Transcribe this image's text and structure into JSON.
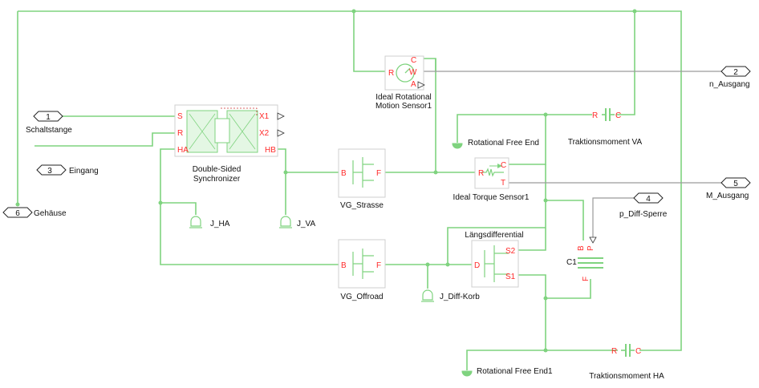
{
  "colors": {
    "wire": "#7fd37f",
    "port_label": "#ff2a2a",
    "signal_wire": "#9a9a9a",
    "text": "#111111"
  },
  "inports": [
    {
      "num": "1",
      "name": "Schaltstange"
    },
    {
      "num": "3",
      "name": "Eingang"
    },
    {
      "num": "6",
      "name": "Gehäuse"
    }
  ],
  "outports": [
    {
      "num": "2",
      "name": "n_Ausgang"
    },
    {
      "num": "5",
      "name": "M_Ausgang"
    },
    {
      "num": "4",
      "name": "p_Diff-Sperre"
    }
  ],
  "blocks": {
    "sensor1": {
      "name_line1": "Ideal Rotational",
      "name_line2": "Motion Sensor1",
      "ports": {
        "r": "R",
        "c": "C",
        "w": "W",
        "a": "A"
      }
    },
    "synchronizer": {
      "name_line1": "Double-Sided",
      "name_line2": "Synchronizer",
      "ports": {
        "s": "S",
        "r": "R",
        "ha": "HA",
        "hb": "HB",
        "x1": "X1",
        "x2": "X2"
      }
    },
    "vg_strasse": {
      "name": "VG_Strasse",
      "ports": {
        "b": "B",
        "f": "F"
      }
    },
    "vg_offroad": {
      "name": "VG_Offroad",
      "ports": {
        "b": "B",
        "f": "F"
      }
    },
    "torque_sensor": {
      "name": "Ideal Torque Sensor1",
      "ports": {
        "r": "R",
        "c": "C",
        "t": "T"
      }
    },
    "diff": {
      "title": "Längsdifferential",
      "ports": {
        "d": "D",
        "s2": "S2",
        "s1": "S1"
      }
    },
    "clutch": {
      "name": "C1",
      "ports": {
        "b": "B",
        "p": "P",
        "f": "F"
      }
    },
    "trak_va": {
      "name": "Traktionsmoment VA",
      "ports": {
        "r": "R",
        "c": "C"
      }
    },
    "trak_ha": {
      "name": "Traktionsmoment HA",
      "ports": {
        "r": "R",
        "c": "C"
      }
    },
    "free_end": {
      "name": "Rotational Free End"
    },
    "free_end1": {
      "name": "Rotational Free End1"
    },
    "j_ha": {
      "name": "J_HA"
    },
    "j_va": {
      "name": "J_VA"
    },
    "j_diff": {
      "name": "J_Diff-Korb"
    }
  },
  "icons": [
    "port-arrow-icon",
    "gear-icon",
    "spring-icon",
    "clutch-icon",
    "inertia-icon",
    "free-end-icon",
    "sensor-dial-icon"
  ]
}
